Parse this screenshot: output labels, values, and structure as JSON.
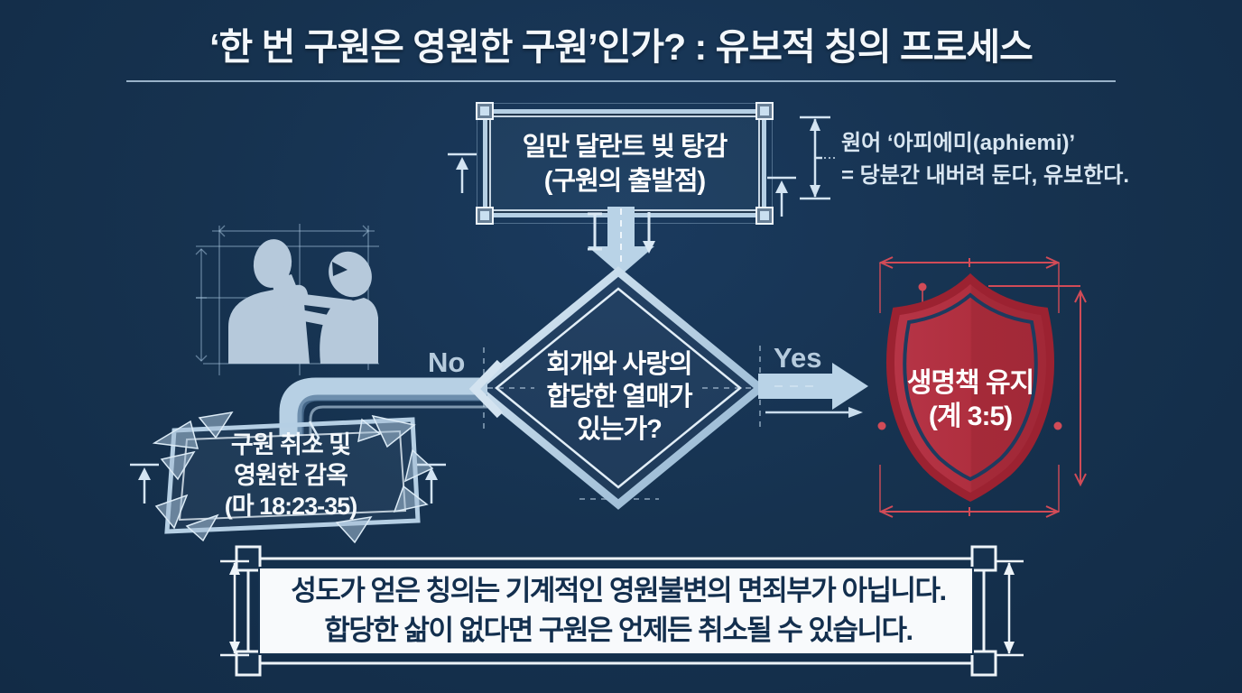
{
  "title": "‘한 번 구원은 영원한 구원’인가? : 유보적 칭의 프로세스",
  "colors": {
    "background": "#16324F",
    "blueprint_line": "#B5CFE4",
    "blueprint_light": "#E8F2FA",
    "label_text": "#B6CBDD",
    "shield_fill": "#AF2F40",
    "shield_rim": "#9C2231",
    "red_guide": "#D14B57",
    "banner_bg": "#F8FAFC",
    "banner_text": "#132F4E"
  },
  "flow": {
    "start_box": {
      "line1": "일만 달란트 빚 탕감",
      "line2": "(구원의 출발점)"
    },
    "annotation": {
      "line1": "원어 ‘아피에미(aphiemi)’",
      "line2": "= 당분간 내버려 둔다, 유보한다."
    },
    "decision": {
      "line1": "회개와 사랑의",
      "line2": "합당한 열매가",
      "line3": "있는가?"
    },
    "no_label": "No",
    "yes_label": "Yes",
    "cancel_box": {
      "line1": "구원 취소 및",
      "line2": "영원한 감옥",
      "line3": "(마 18:23-35)"
    },
    "shield": {
      "line1": "생명책 유지",
      "line2": "(계 3:5)"
    }
  },
  "footer": {
    "line1": "성도가 얻은 칭의는 기계적인 영원불변의 면죄부가 아닙니다.",
    "line2": "합당한 삶이 없다면 구원은 언제든 취소될 수 있습니다."
  }
}
